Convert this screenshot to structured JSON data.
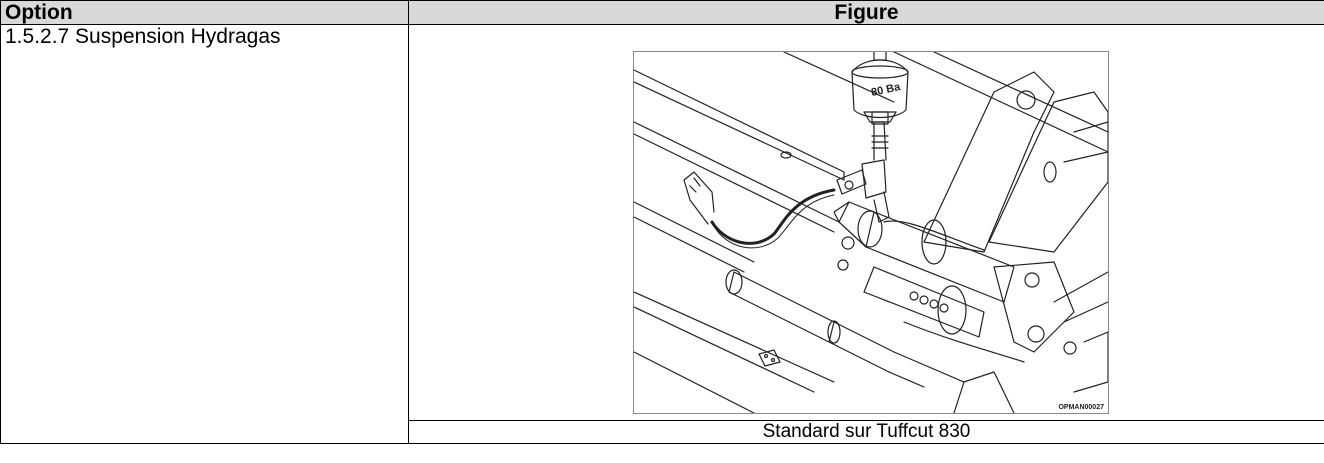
{
  "table": {
    "header": {
      "option": "Option",
      "figure": "Figure"
    },
    "row": {
      "option_label": "1.5.2.7  Suspension Hydragas",
      "figure_code": "OPMAN00027",
      "accumulator_marking": "80 Ba",
      "caption": "Standard sur Tuffcut 830"
    }
  }
}
